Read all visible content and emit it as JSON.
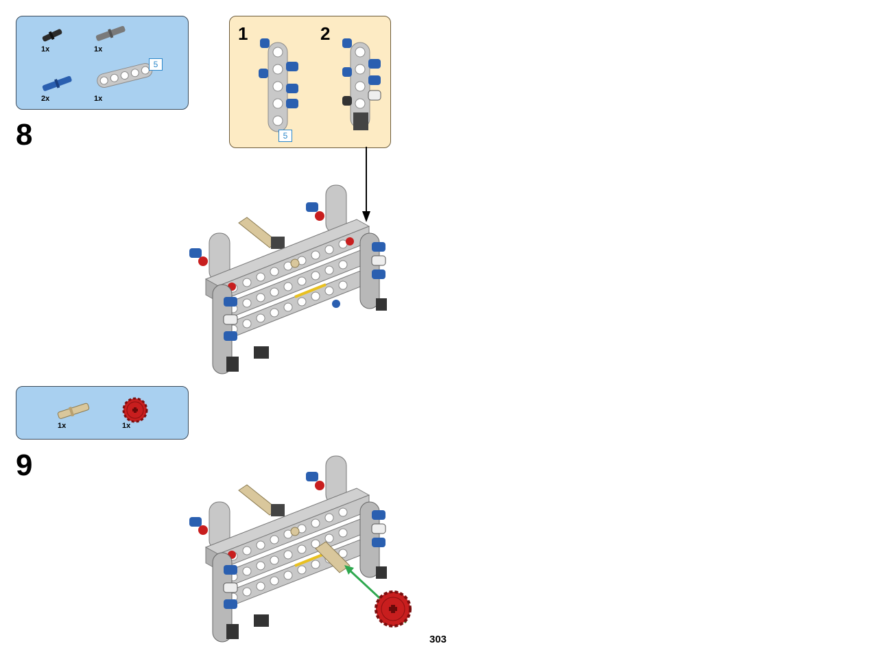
{
  "step8": {
    "number": "8",
    "parts": [
      {
        "qty": "1x"
      },
      {
        "qty": "1x"
      },
      {
        "qty": "2x"
      },
      {
        "qty": "1x",
        "length": "5"
      }
    ],
    "subassembly": {
      "substep1": "1",
      "substep2": "2",
      "beam_length": "5"
    }
  },
  "step9": {
    "number": "9",
    "parts": [
      {
        "qty": "1x"
      },
      {
        "qty": "1x"
      }
    ]
  },
  "page_number": "303",
  "colors": {
    "parts_box": "#a9d0f0",
    "subassembly_box": "#fdebc4",
    "beam_gray": "#c8c8c8",
    "pin_blue": "#2a5fb0",
    "red": "#c81e1e",
    "tan": "#d9c79c",
    "arrow_green": "#2fa84f"
  }
}
